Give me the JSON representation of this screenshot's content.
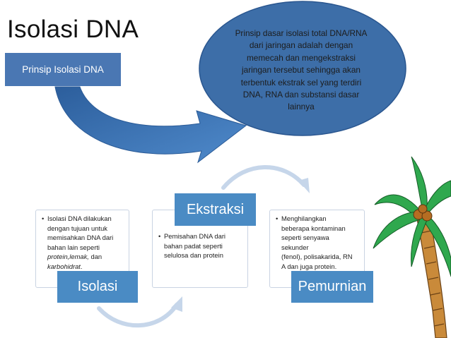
{
  "title": "Isolasi DNA",
  "prinsip_box": {
    "label": "Prinsip Isolasi DNA"
  },
  "bubble": {
    "lines": [
      "Prinsip dasar isolasi total DNA/RNA",
      "dari jaringan adalah dengan",
      "memecah dan mengekstraksi",
      "jaringan tersebut sehingga akan",
      "terbentuk ekstrak sel yang terdiri",
      "DNA, RNA dan substansi dasar",
      "lainnya"
    ]
  },
  "steps": [
    {
      "label": "Isolasi",
      "text_lines": [
        "Isolasi DNA dilakukan",
        "dengan tujuan untuk",
        "memisahkan DNA dari",
        "bahan lain seperti"
      ],
      "italic_1": "protein,lemak,",
      "mid": " dan",
      "italic_2": "karbohidrat",
      "end": "."
    },
    {
      "label": "Ekstraksi",
      "text_lines": [
        "Pemisahan DNA dari",
        "bahan padat seperti",
        "selulosa dan protein"
      ]
    },
    {
      "label": "Pemurnian",
      "text_lines": [
        "Menghilangkan",
        "beberapa kontaminan",
        "seperti senyawa",
        "sekunder",
        "(fenol), polisakarida, RN",
        "A dan juga protein."
      ]
    }
  ],
  "colors": {
    "box_blue": "#4a77b3",
    "label_blue": "#4a8bc4",
    "bubble_fill": "#3d6ea8",
    "arrow_light": "#c6d6ea",
    "palm_green": "#2fa84e",
    "trunk_brown": "#c98a3a"
  },
  "icons": [
    "curved-arrow-icon",
    "palm-tree-icon"
  ]
}
